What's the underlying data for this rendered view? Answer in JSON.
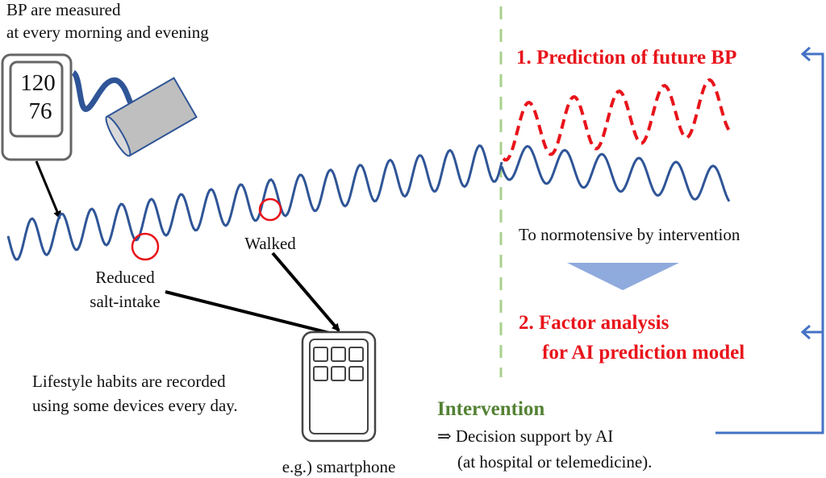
{
  "measure_caption": {
    "line1": "BP are measured",
    "line2": "at every morning and evening"
  },
  "monitor": {
    "systolic": "120",
    "diastolic": "76"
  },
  "events": {
    "reduced_line1": "Reduced",
    "reduced_line2": "salt-intake",
    "walked": "Walked"
  },
  "lifestyle_caption": {
    "line1": "Lifestyle habits are recorded",
    "line2": "using some devices every day."
  },
  "smartphone_caption": "e.g.) smartphone",
  "prediction_title": "1. Prediction of future BP",
  "normotensive_caption": "To normotensive by intervention",
  "factor_analysis": {
    "line1": "2. Factor analysis",
    "line2": "for AI prediction model"
  },
  "intervention": {
    "title": "Intervention",
    "line1": "⇒ Decision support by AI",
    "line2": "(at hospital or telemedicine)."
  },
  "colors": {
    "bp_line": "#2f5597",
    "prediction": "#e8141b",
    "divider": "#a9d18e",
    "connector": "#4472c4",
    "triangle": "#8faadc",
    "intervention": "#548235"
  }
}
